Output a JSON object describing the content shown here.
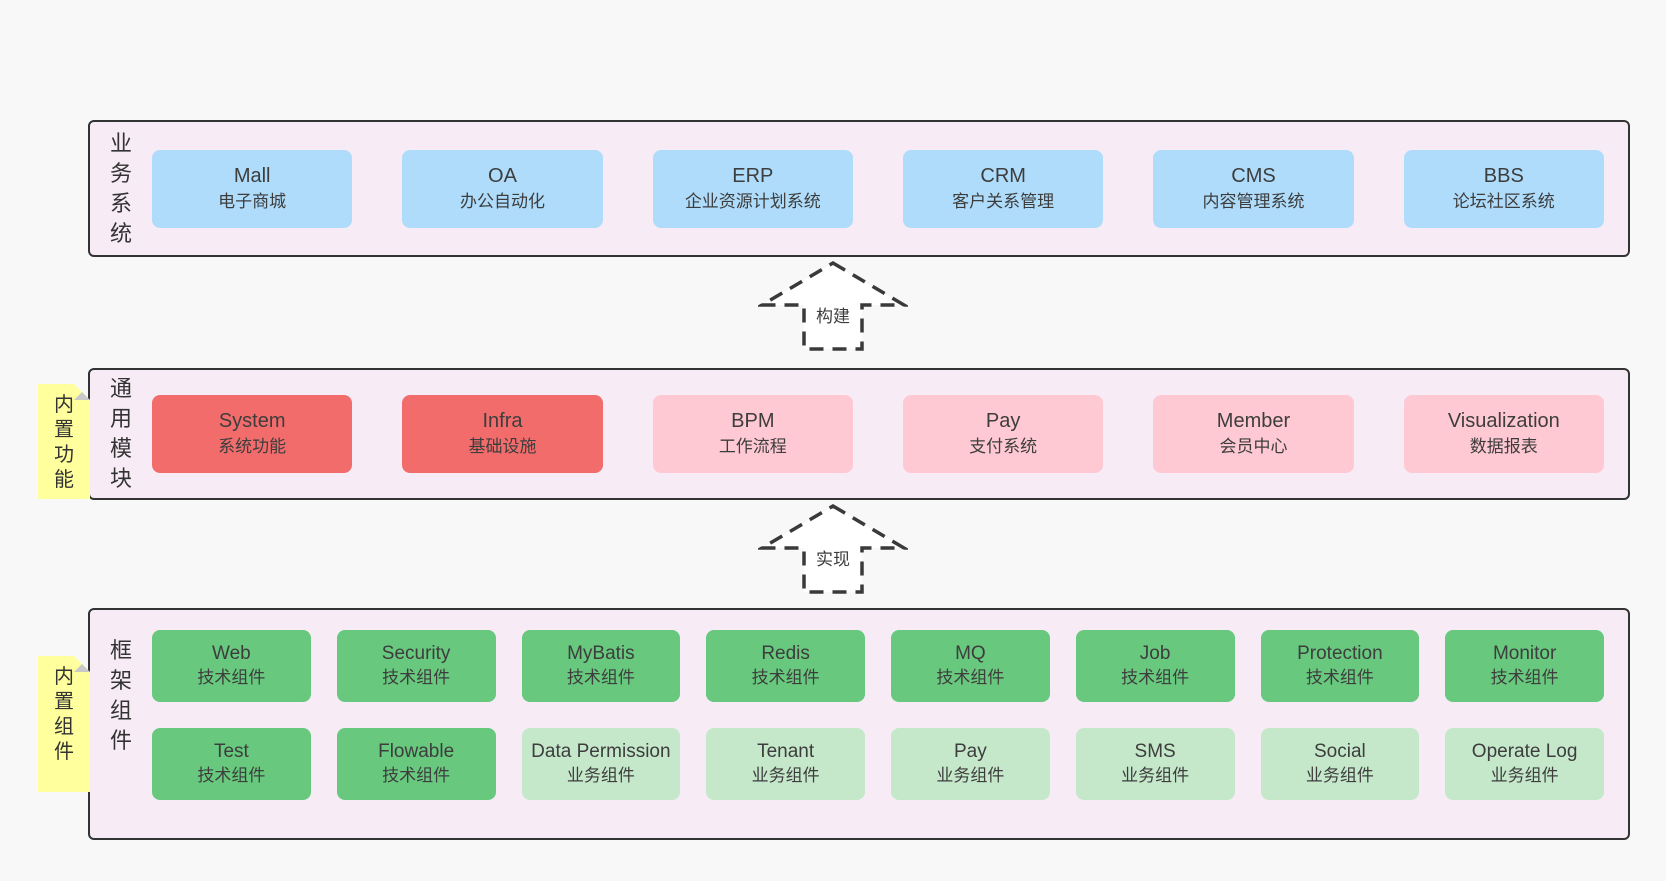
{
  "colors": {
    "page_bg": "#f8f8f8",
    "band_bg": "#f7ecf5",
    "band_border": "#333333",
    "box_blue": "#aedcfa",
    "box_red": "#f26c6c",
    "box_pink": "#fec9d3",
    "box_green": "#67c87e",
    "box_green_light": "#c5e8cb",
    "note_yellow": "#ffff9e",
    "note_fold_gray": "#c9c9c9",
    "text": "#3d3d3d"
  },
  "arrows": [
    {
      "label": "构建"
    },
    {
      "label": "实现"
    }
  ],
  "bands": [
    {
      "side_label": "业务系统",
      "rows": [
        [
          {
            "title": "Mall",
            "subtitle": "电子商城"
          },
          {
            "title": "OA",
            "subtitle": "办公自动化"
          },
          {
            "title": "ERP",
            "subtitle": "企业资源计划系统"
          },
          {
            "title": "CRM",
            "subtitle": "客户关系管理"
          },
          {
            "title": "CMS",
            "subtitle": "内容管理系统"
          },
          {
            "title": "BBS",
            "subtitle": "论坛社区系统"
          }
        ]
      ]
    },
    {
      "side_label": "通用模块",
      "note": "内置功能",
      "rows": [
        [
          {
            "title": "System",
            "subtitle": "系统功能"
          },
          {
            "title": "Infra",
            "subtitle": "基础设施"
          },
          {
            "title": "BPM",
            "subtitle": "工作流程"
          },
          {
            "title": "Pay",
            "subtitle": "支付系统"
          },
          {
            "title": "Member",
            "subtitle": "会员中心"
          },
          {
            "title": "Visualization",
            "subtitle": "数据报表"
          }
        ]
      ]
    },
    {
      "side_label": "框架组件",
      "note": "内置组件",
      "rows": [
        [
          {
            "title": "Web",
            "subtitle": "技术组件"
          },
          {
            "title": "Security",
            "subtitle": "技术组件"
          },
          {
            "title": "MyBatis",
            "subtitle": "技术组件"
          },
          {
            "title": "Redis",
            "subtitle": "技术组件"
          },
          {
            "title": "MQ",
            "subtitle": "技术组件"
          },
          {
            "title": "Job",
            "subtitle": "技术组件"
          },
          {
            "title": "Protection",
            "subtitle": "技术组件"
          },
          {
            "title": "Monitor",
            "subtitle": "技术组件"
          }
        ],
        [
          {
            "title": "Test",
            "subtitle": "技术组件"
          },
          {
            "title": "Flowable",
            "subtitle": "技术组件"
          },
          {
            "title": "Data Permission",
            "subtitle": "业务组件"
          },
          {
            "title": "Tenant",
            "subtitle": "业务组件"
          },
          {
            "title": "Pay",
            "subtitle": "业务组件"
          },
          {
            "title": "SMS",
            "subtitle": "业务组件"
          },
          {
            "title": "Social",
            "subtitle": "业务组件"
          },
          {
            "title": "Operate Log",
            "subtitle": "业务组件"
          }
        ]
      ]
    }
  ]
}
